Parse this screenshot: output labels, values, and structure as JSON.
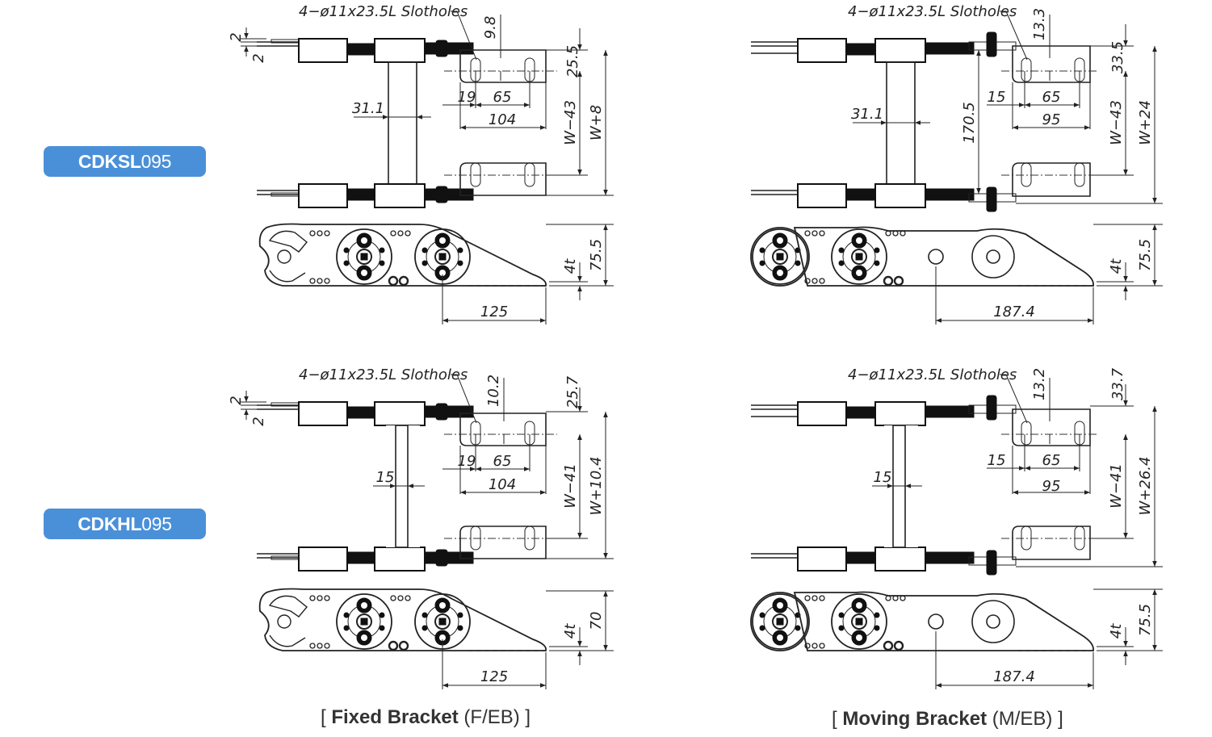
{
  "labels": {
    "model_sl": {
      "bold": "CDKSL",
      "normal": "095"
    },
    "model_hl": {
      "bold": "CDKHL",
      "normal": "095"
    }
  },
  "captions": {
    "fixed": {
      "bold": "Fixed Bracket",
      "normal": "(F/EB)"
    },
    "moving": {
      "bold": "Moving Bracket",
      "normal": "(M/EB)"
    }
  },
  "colors": {
    "badge": "#4a90d9",
    "line": "#222222"
  },
  "fixed_sl": {
    "slot_note": "4−ø11x23.5L Slotholes",
    "d_top": "2",
    "d_top2": "2",
    "d_slot": "9.8",
    "d_side": "25.5",
    "d_link": "31.1",
    "d_19": "19",
    "d_65": "65",
    "d_104": "104",
    "d_w": "W−43",
    "d_wp": "W+8",
    "d_h": "75.5",
    "d_t": "4t",
    "d_len": "125"
  },
  "moving_sl": {
    "slot_note": "4−ø11x23.5L Slotholes",
    "d_slot": "13.3",
    "d_side": "33.5",
    "d_link": "31.1",
    "d_170": "170.5",
    "d_15": "15",
    "d_65": "65",
    "d_95": "95",
    "d_w": "W−43",
    "d_wp": "W+24",
    "d_h": "75.5",
    "d_t": "4t",
    "d_len": "187.4"
  },
  "fixed_hl": {
    "slot_note": "4−ø11x23.5L Slotholes",
    "d_top": "2",
    "d_top2": "2",
    "d_slot": "10.2",
    "d_side": "25.7",
    "d_link": "15",
    "d_19": "19",
    "d_65": "65",
    "d_104": "104",
    "d_w": "W−41",
    "d_wp": "W+10.4",
    "d_h": "70",
    "d_t": "4t",
    "d_len": "125"
  },
  "moving_hl": {
    "slot_note": "4−ø11x23.5L Slotholes",
    "d_slot": "13.2",
    "d_side": "33.7",
    "d_link": "15",
    "d_15": "15",
    "d_65": "65",
    "d_95": "95",
    "d_w": "W−41",
    "d_wp": "W+26.4",
    "d_h": "75.5",
    "d_t": "4t",
    "d_len": "187.4"
  }
}
